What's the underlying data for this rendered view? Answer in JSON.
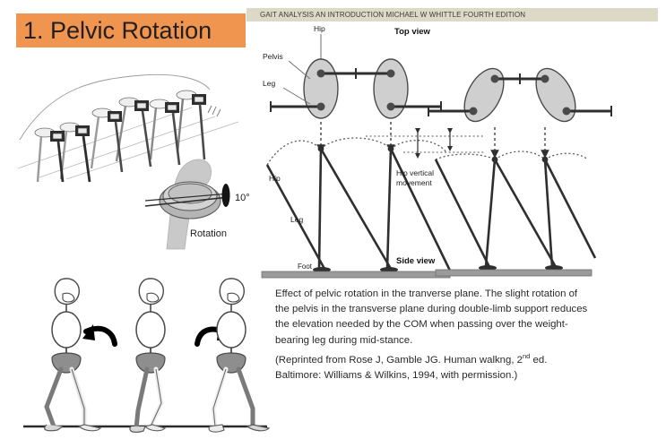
{
  "slide": {
    "background_color": "#ffffff",
    "title": "1. Pelvic Rotation",
    "title_background_color": "#f0954f",
    "header": {
      "text": "GAIT ANALYSIS AN INTRODUCTION MICHAEL W WHITTLE FOURTH EDITION",
      "background_color": "#dcd9c6"
    }
  },
  "caption": {
    "line1": "Effect of pelvic rotation in the tranverse plane. The slight rotation of",
    "line2": "the pelvis in the transverse plane during double-limb support reduces",
    "line3": "the elevation needed by the COM when passing over the weight-",
    "line4": "bearing leg during mid-stance.",
    "line5_pre": " (Reprinted from Rose J, Gamble JG. Human walkng, 2",
    "line5_sup": "nd",
    "line5_post": " ed.",
    "line6": "Baltimore: Williams & Wilkins, 1994, with permission.)"
  },
  "rotation_detail": {
    "angle_label": "10°",
    "caption": "Rotation"
  },
  "gait_diagram": {
    "top_view_label": "Top view",
    "side_view_label": "Side view",
    "hip_label": "Hip",
    "pelvis_label": "Pelvis",
    "leg_label": "Leg",
    "side_hip_label": "Hip",
    "side_leg_label": "Leg",
    "foot_label": "Foot",
    "hip_vertical_line1": "Hip vertical",
    "hip_vertical_line2": "movement",
    "pelvis_fill": "#cfcfcf",
    "line_color": "#3a3a3a",
    "ground_color": "#9b9b9b"
  }
}
